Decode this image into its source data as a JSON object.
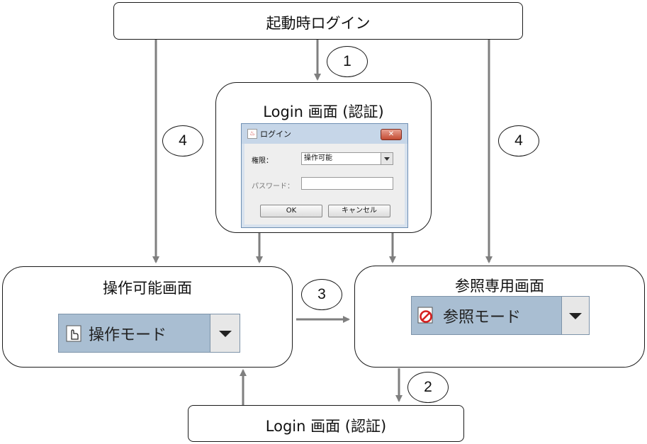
{
  "boxes": {
    "startup_login": "起動時ログイン",
    "login_screen_top": "Login 画面 (認証)",
    "operable_screen": "操作可能画面",
    "readonly_screen": "参照専用画面",
    "login_screen_bottom": "Login 画面 (認証)"
  },
  "steps": {
    "step1": "1",
    "step2": "2",
    "step3": "3",
    "step4_left": "4",
    "step4_right": "4"
  },
  "login_dialog": {
    "title": "ログイン",
    "permission_label": "権限：",
    "permission_value": "操作可能",
    "password_label": "パスワード：",
    "password_value": "",
    "ok_label": "OK",
    "cancel_label": "キャンセル"
  },
  "widgets": {
    "operable_mode_label": "操作モード",
    "readonly_mode_label": "参照モード"
  },
  "colors": {
    "arrow": "#7f7f7f",
    "mode_widget": "#a9bed2",
    "readonly_icon": "#d62020"
  },
  "icons": {
    "operable_mode": "hand-pointer-icon",
    "readonly_mode": "prohibited-hand-icon",
    "dropdown": "chevron-down-icon"
  }
}
